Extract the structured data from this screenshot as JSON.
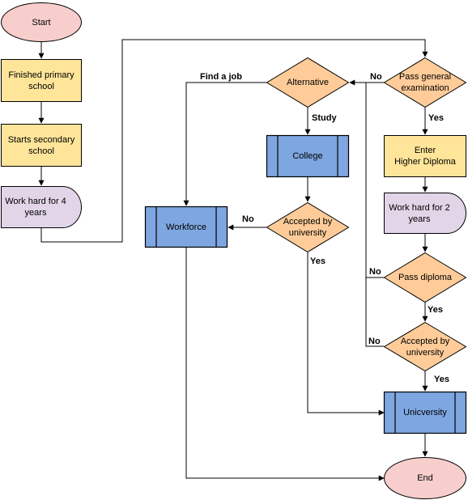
{
  "colors": {
    "terminal_fill": "#f8cecc",
    "process_fill": "#ffe599",
    "delay_fill": "#e1d5e7",
    "decision_fill": "#ffcc99",
    "subprocess_fill": "#7ea6e0",
    "stroke": "#000000"
  },
  "nodes": {
    "start": "Start",
    "finished_primary": "Finished primary school",
    "starts_secondary": "Starts secondary school",
    "work_hard_4": "Work hard for 4 years",
    "alternative": "Alternative",
    "pass_general": "Pass general examination",
    "college": "College",
    "enter_higher_diploma": "Enter\nHigher Diploma",
    "workforce": "Workforce",
    "accepted_univ_left": "Accepted by university",
    "work_hard_2": "Work hard for 2 years",
    "pass_diploma": "Pass diploma",
    "accepted_univ_right": "Accepted by university",
    "university": "Unicversity",
    "end": "End"
  },
  "edge_labels": {
    "find_a_job": "Find a job",
    "no_exam": "No",
    "study": "Study",
    "yes_exam": "Yes",
    "no_accepted_left": "No",
    "yes_accepted_left": "Yes",
    "no_diploma": "No",
    "yes_diploma": "Yes",
    "no_accepted_right": "No",
    "yes_accepted_right": "Yes"
  }
}
